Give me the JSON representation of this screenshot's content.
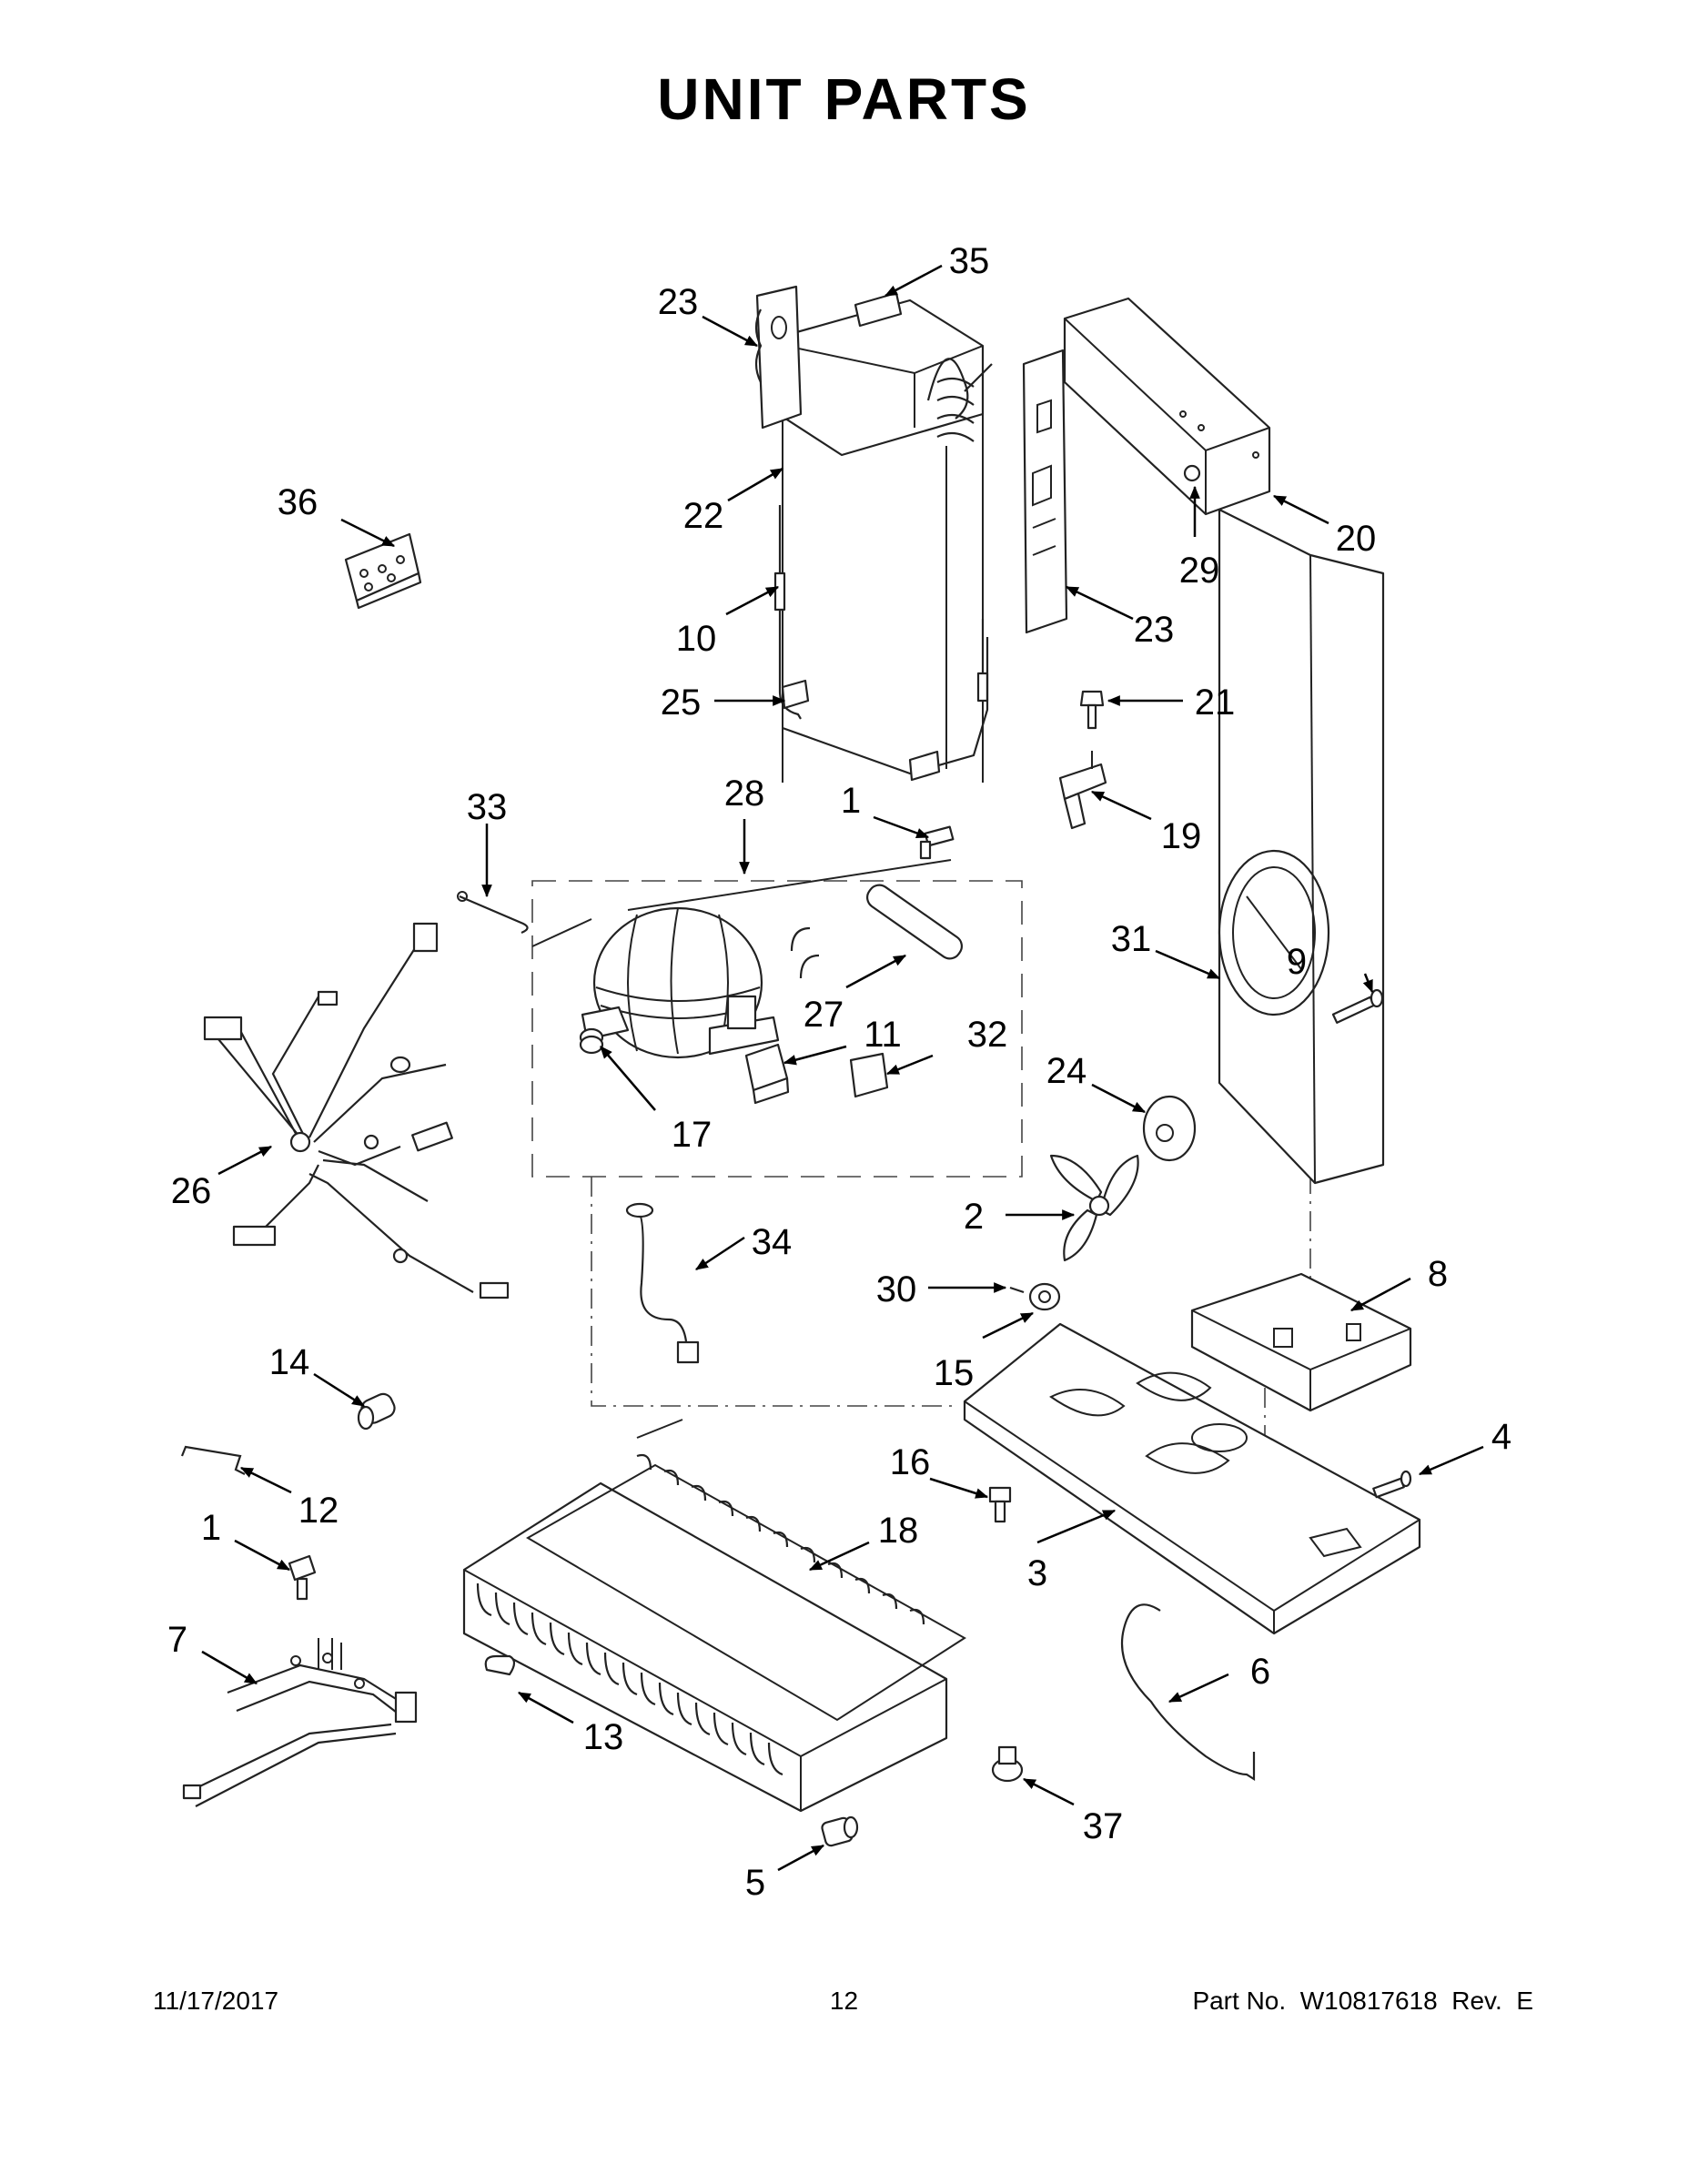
{
  "header": {
    "title_word1": "UNIT",
    "title_word2": "PARTS"
  },
  "footer": {
    "date": "11/17/2017",
    "page": "12",
    "part_number": "Part No.  W10817618  Rev.  E"
  },
  "callouts": [
    "1",
    "2",
    "3",
    "4",
    "5",
    "6",
    "7",
    "8",
    "9",
    "10",
    "11",
    "12",
    "13",
    "14",
    "15",
    "16",
    "17",
    "18",
    "19",
    "20",
    "21",
    "22",
    "23",
    "24",
    "25",
    "26",
    "27",
    "28",
    "29",
    "30",
    "31",
    "32",
    "33",
    "34",
    "35",
    "36",
    "37"
  ]
}
